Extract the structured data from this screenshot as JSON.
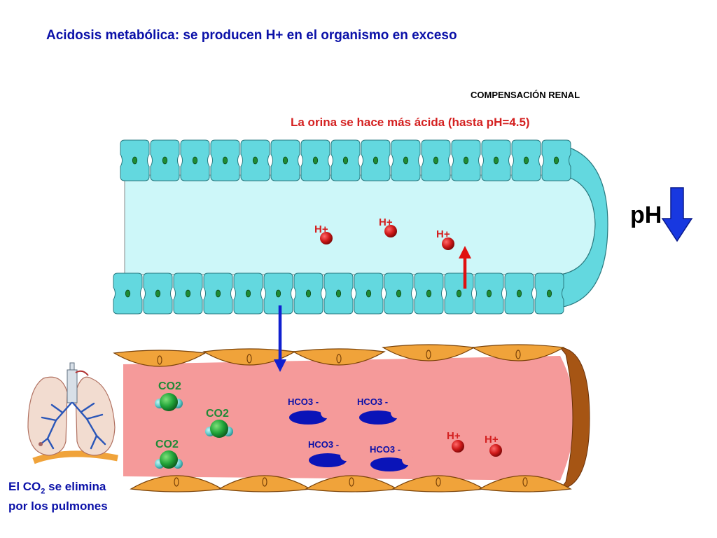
{
  "title": "Acidosis metabólica: se producen H+ en el organismo en exceso",
  "compensation_label": "COMPENSACIÓN RENAL",
  "urine_note": "La orina se hace más ácida (hasta pH=4.5)",
  "ph_indicator": {
    "label": "pH",
    "direction": "down",
    "arrow_color": "#1838e0"
  },
  "lung_caption": {
    "line1_prefix": "El CO",
    "line1_sub": "2",
    "line1_suffix": " se elimina",
    "line2": "por los pulmones"
  },
  "tubule": {
    "lumen_color": "#cdf7f9",
    "cell_color": "#63d8df",
    "nucleus_color": "#1e8a34"
  },
  "vessel": {
    "lumen_color": "#f59a9a",
    "endothelium_color": "#f0a33a"
  },
  "ion_labels": {
    "h_plus": "H+",
    "co2": "CO2",
    "hco3": "HCO3 -"
  },
  "colors": {
    "title": "#0a10a8",
    "urine_note": "#d42020",
    "h_ion": "#d01a1a",
    "co2_label": "#1f8a36",
    "hco3_label": "#0a10a8",
    "hco3_shape": "#0a14b8",
    "secretion_arrow": "#e01010",
    "reabsorption_arrow": "#1020d0"
  }
}
